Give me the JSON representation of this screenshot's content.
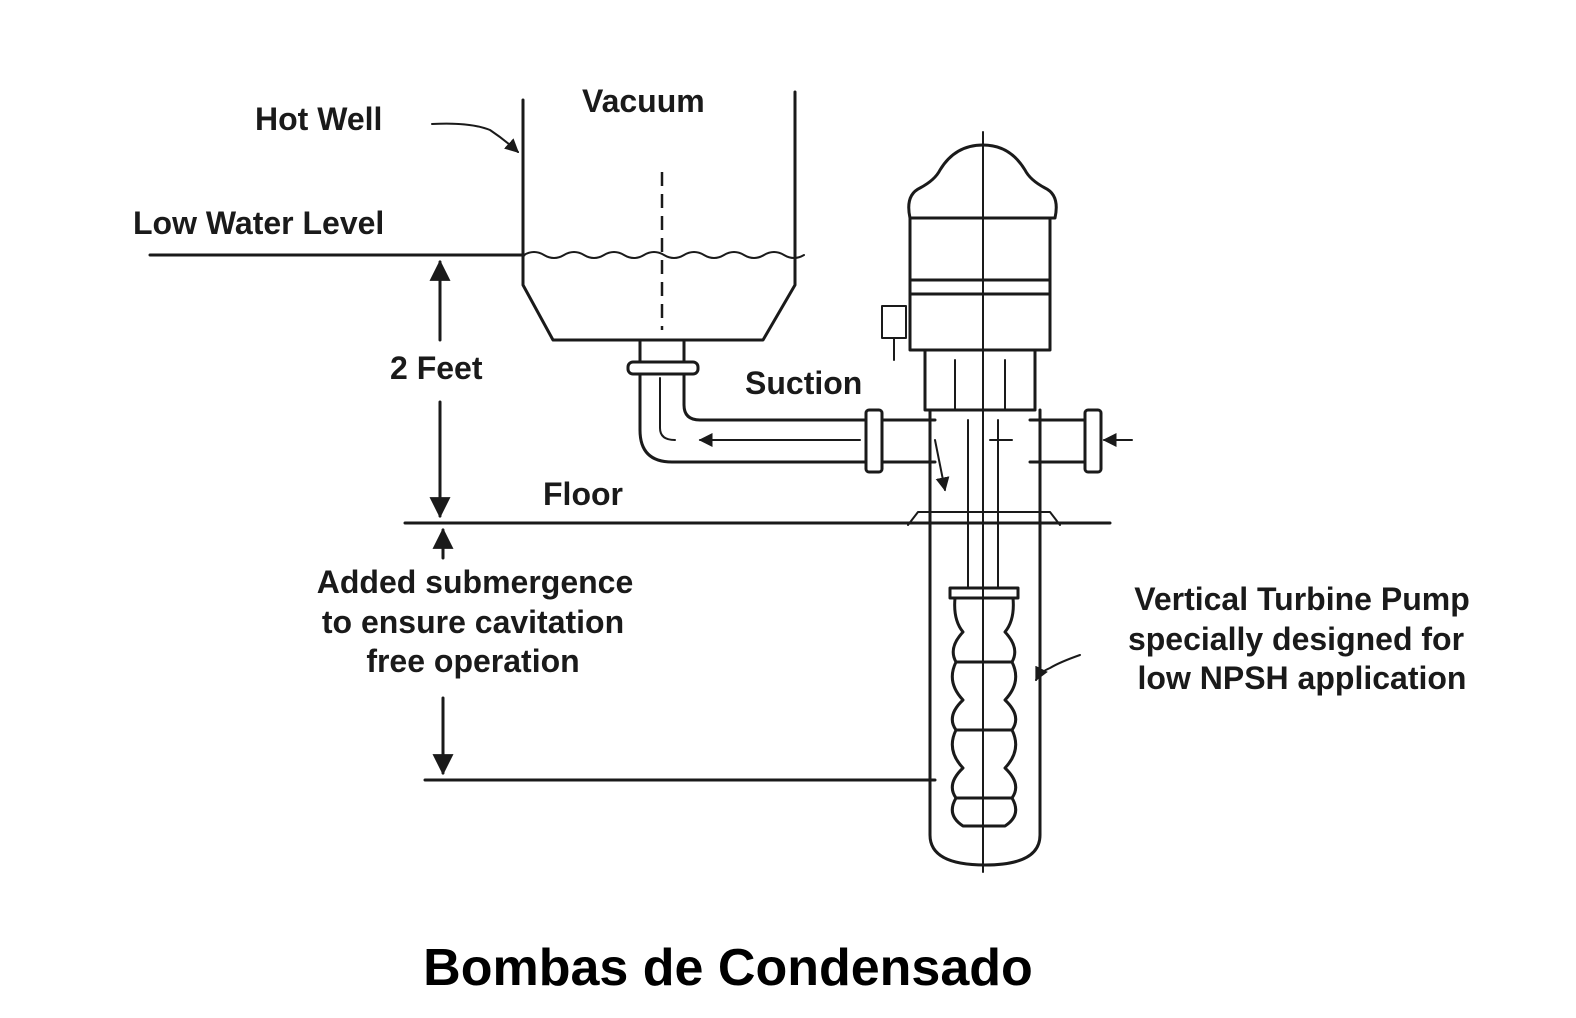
{
  "labels": {
    "hot_well": "Hot Well",
    "vacuum": "Vacuum",
    "low_water_level": "Low Water Level",
    "two_feet": "2 Feet",
    "suction": "Suction",
    "floor": "Floor",
    "submergence": [
      "Added submergence",
      "to ensure cavitation",
      "free operation"
    ],
    "pump_description": [
      "Vertical Turbine Pump",
      "specially designed for",
      "low NPSH application"
    ]
  },
  "title": "Bombas de Condensado"
}
